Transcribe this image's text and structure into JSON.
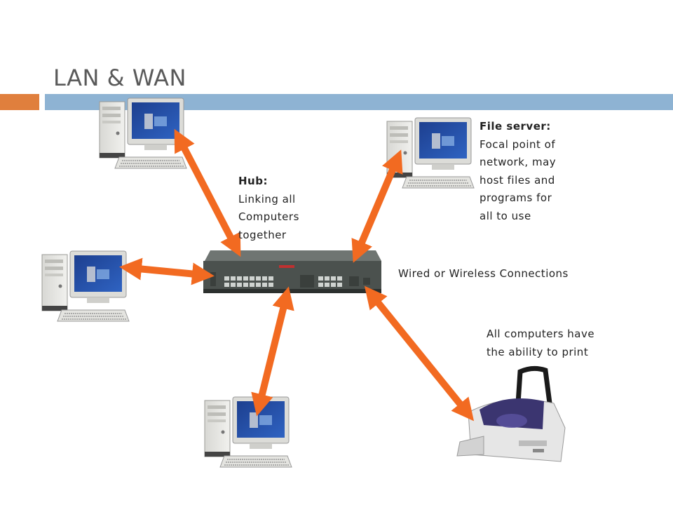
{
  "slide": {
    "title": "LAN & WAN"
  },
  "labels": {
    "hub": {
      "heading": "Hub:",
      "lines": [
        "Linking all",
        "Computers",
        "together"
      ]
    },
    "file_server": {
      "heading": "File server:",
      "lines": [
        "Focal point of",
        "network, may",
        "host files and",
        "programs for",
        "all to use"
      ]
    },
    "connections": "Wired or Wireless Connections",
    "printing": [
      "All computers have",
      "the ability to print"
    ]
  },
  "colors": {
    "accent_orange": "#e07f3d",
    "accent_blue": "#8eb3d3",
    "arrow": "#f26a21"
  }
}
